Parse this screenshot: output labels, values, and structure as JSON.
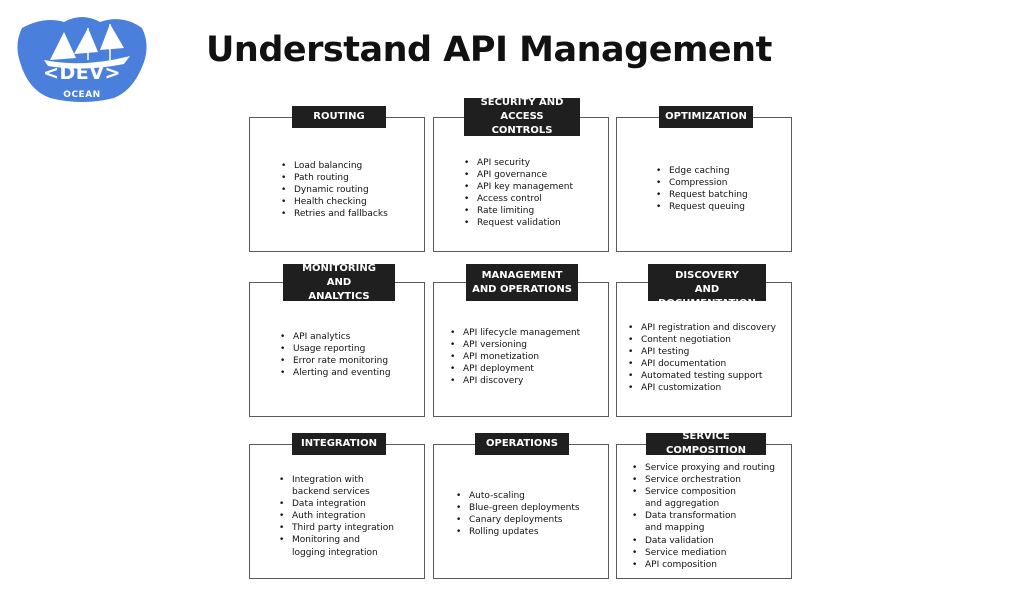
{
  "logo": {
    "text_main": "<DEV>",
    "text_sub": "OCEAN",
    "colors": {
      "brand": "#4a80db",
      "light": "#ffffff"
    }
  },
  "title": "Understand API Management",
  "cards": [
    {
      "label": "ROUTING",
      "items": [
        "Load balancing",
        "Path routing",
        "Dynamic routing",
        "Health checking",
        "Retries and fallbacks"
      ]
    },
    {
      "label": "SECURITY AND\nACCESS CONTROLS",
      "items": [
        "API security",
        "API governance",
        "API key management",
        "Access control",
        "Rate limiting",
        "Request validation"
      ]
    },
    {
      "label": "OPTIMIZATION",
      "items": [
        "Edge caching",
        "Compression",
        "Request batching",
        "Request queuing"
      ]
    },
    {
      "label": "MONITORING AND\nANALYTICS",
      "items": [
        "API analytics",
        "Usage reporting",
        "Error rate monitoring",
        "Alerting and eventing"
      ]
    },
    {
      "label": "MANAGEMENT\nAND OPERATIONS",
      "items": [
        "API lifecycle management",
        "API versioning",
        "API monetization",
        "API deployment",
        "API discovery"
      ]
    },
    {
      "label": "SERVICE DISCOVERY\nAND DOCUMENTATION",
      "items": [
        "API registration and discovery",
        "Content negotiation",
        "API testing",
        "API documentation",
        "Automated testing support",
        "API customization"
      ]
    },
    {
      "label": "INTEGRATION",
      "items": [
        "Integration with\nbackend services",
        "Data integration",
        "Auth integration",
        "Third party integration",
        "Monitoring and\nlogging integration"
      ]
    },
    {
      "label": "OPERATIONS",
      "items": [
        "Auto-scaling",
        "Blue-green deployments",
        "Canary deployments",
        "Rolling updates"
      ]
    },
    {
      "label": "SERVICE COMPOSITION",
      "items": [
        "Service proxying and routing",
        "Service orchestration",
        "Service composition\nand aggregation",
        "Data transformation\nand mapping",
        "Data validation",
        "Service mediation",
        "API composition"
      ]
    }
  ]
}
